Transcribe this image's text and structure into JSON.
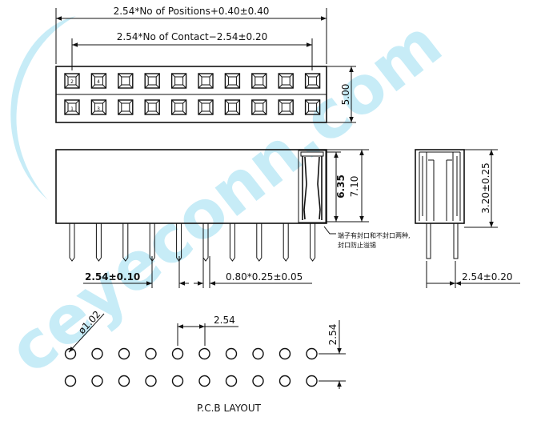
{
  "watermark": {
    "text": "ceyeconn.com",
    "color": "#c7ecf7"
  },
  "top_view": {
    "overall_length_label": "2.54*No of Positions+0.40±0.40",
    "contact_span_label": "2.54*No of Contact−2.54±0.20",
    "height_label": "5.00",
    "pin_numbers": [
      "2",
      "4",
      "1",
      "3"
    ]
  },
  "side_view": {
    "pitch_label": "2.54±0.10",
    "pin_size_label": "0.80*0.25±0.05",
    "height_outer_label": "7.10",
    "height_inner_label": "6.35",
    "note_line1": "端子有封口和不封口两种,",
    "note_line2": "封口防止溢锡"
  },
  "end_view": {
    "height_label": "3.20±0.25",
    "pitch_label": "2.54±0.20"
  },
  "pcb": {
    "hole_diameter_label": "ø1.02",
    "pitch_x_label": "2.54",
    "pitch_y_label": "2.54",
    "title": "P.C.B LAYOUT"
  }
}
